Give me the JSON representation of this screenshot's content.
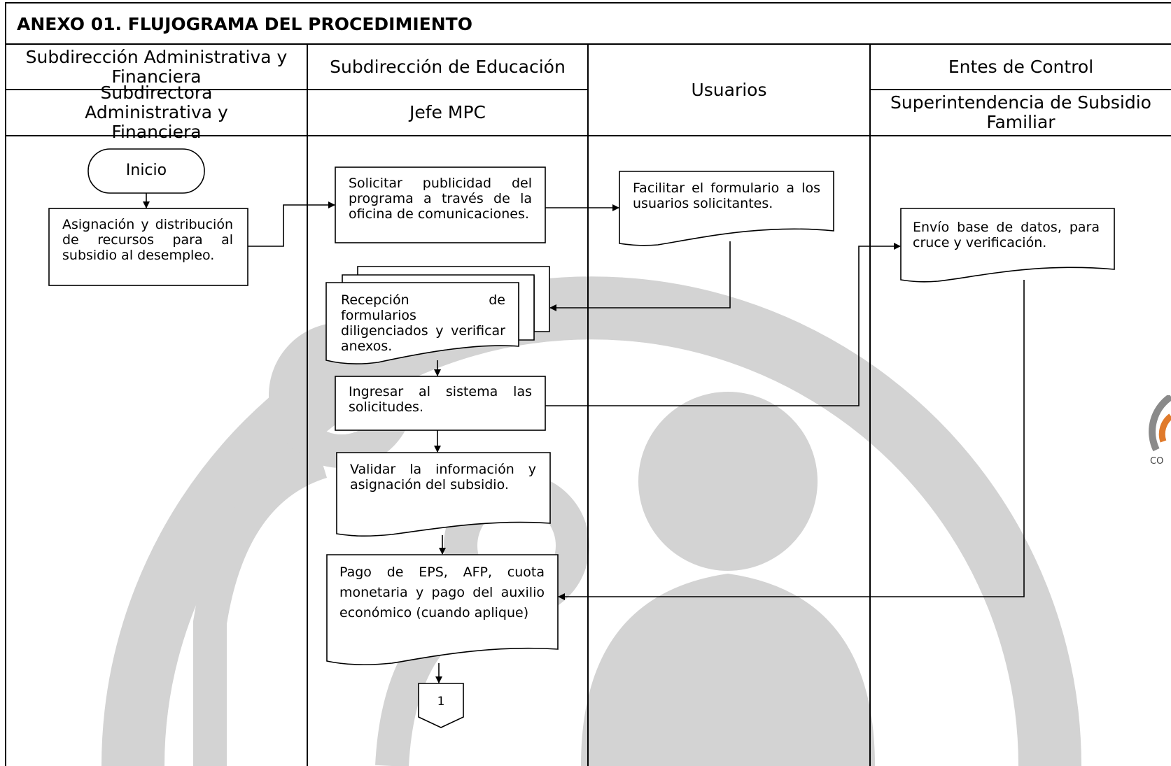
{
  "title": "ANEXO 01.  FLUJOGRAMA DEL PROCEDIMIENTO",
  "lanes": {
    "lane1_dept": "Subdirección Administrativa y Financiera",
    "lane1_role": "Subdirectora Administrativa y Financiera",
    "lane2_dept": "Subdirección de Educación",
    "lane2_role": "Jefe MPC",
    "lane3": "Usuarios",
    "lane4_dept": "Entes de Control",
    "lane4_role": "Superintendencia de Subsidio Familiar"
  },
  "nodes": {
    "inicio": "Inicio",
    "asignacion": "Asignación y distribución de recursos para al subsidio al desempleo.",
    "solicitar": "Solicitar publicidad del programa a través de la oficina de comunicaciones.",
    "facilitar": "Facilitar el formulario a los usuarios solicitantes.",
    "envio": "Envío base de datos, para cruce y verificación.",
    "recepcion": "Recepción de formularios diligenciados y verificar anexos.",
    "ingresar": "Ingresar al sistema las solicitudes.",
    "validar": "Validar la información y asignación del subsidio.",
    "pago": "Pago de EPS, AFP, cuota monetaria y pago del auxilio económico (cuando aplique)",
    "connector": "1"
  },
  "seal": {
    "text": "CO"
  }
}
